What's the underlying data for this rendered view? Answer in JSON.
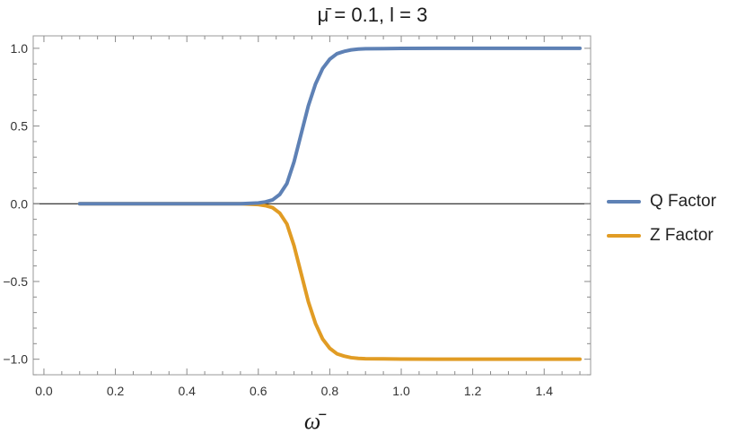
{
  "chart_data": {
    "type": "line",
    "title": "μ̄ = 0.1,  l = 3",
    "xlabel": "ω̄",
    "ylabel": "",
    "xlim": [
      -0.03,
      1.53
    ],
    "ylim": [
      -1.1,
      1.08
    ],
    "x_ticks": [
      "0.0",
      "0.2",
      "0.4",
      "0.6",
      "0.8",
      "1.0",
      "1.2",
      "1.4"
    ],
    "y_ticks": [
      "1.0",
      "0.5",
      "0.0",
      "-0.5",
      "-1.0"
    ],
    "grid": false,
    "zero_line": true,
    "legend_position": "right",
    "series": [
      {
        "name": "Q Factor",
        "color": "#5e81b5",
        "x": [
          0.1,
          0.2,
          0.3,
          0.4,
          0.5,
          0.55,
          0.6,
          0.62,
          0.64,
          0.66,
          0.68,
          0.7,
          0.72,
          0.74,
          0.76,
          0.78,
          0.8,
          0.82,
          0.84,
          0.86,
          0.88,
          0.9,
          0.95,
          1.0,
          1.1,
          1.2,
          1.3,
          1.4,
          1.5
        ],
        "y": [
          0.0,
          0.0,
          0.0,
          0.0,
          0.0,
          0.0,
          0.005,
          0.012,
          0.025,
          0.06,
          0.13,
          0.27,
          0.45,
          0.63,
          0.77,
          0.87,
          0.93,
          0.965,
          0.98,
          0.99,
          0.995,
          0.997,
          0.998,
          0.999,
          1.0,
          1.0,
          1.0,
          1.0,
          1.0
        ]
      },
      {
        "name": "Z Factor",
        "color": "#e19c24",
        "x": [
          0.1,
          0.2,
          0.3,
          0.4,
          0.5,
          0.55,
          0.6,
          0.62,
          0.64,
          0.66,
          0.68,
          0.7,
          0.72,
          0.74,
          0.76,
          0.78,
          0.8,
          0.82,
          0.84,
          0.86,
          0.88,
          0.9,
          0.95,
          1.0,
          1.1,
          1.2,
          1.3,
          1.4,
          1.5
        ],
        "y": [
          0.0,
          0.0,
          0.0,
          0.0,
          0.0,
          0.0,
          -0.005,
          -0.012,
          -0.025,
          -0.06,
          -0.13,
          -0.27,
          -0.45,
          -0.63,
          -0.77,
          -0.87,
          -0.93,
          -0.965,
          -0.98,
          -0.99,
          -0.995,
          -0.997,
          -0.998,
          -0.999,
          -1.0,
          -1.0,
          -1.0,
          -1.0,
          -1.0
        ]
      }
    ]
  }
}
